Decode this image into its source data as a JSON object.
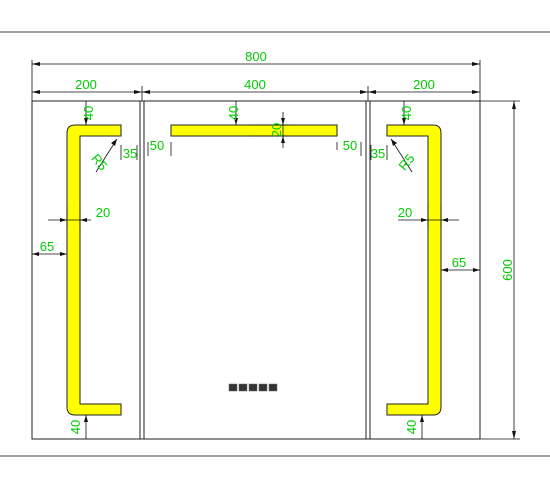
{
  "drawing": {
    "overall_width": "800",
    "overall_height": "600",
    "panel_left_width": "200",
    "panel_center_width": "400",
    "panel_right_width": "200",
    "led_offset_top_left": "40",
    "led_offset_top_center": "40",
    "led_offset_top_right": "40",
    "led_offset_bottom_left": "40",
    "led_offset_bottom_right": "40",
    "led_width_center": "20",
    "led_width_left": "20",
    "led_width_right": "20",
    "gap_left": "35",
    "gap_right": "35",
    "center_led_inset_left": "50",
    "center_led_inset_right": "50",
    "side_inset_left": "65",
    "side_inset_right": "65",
    "radius_left": "R5",
    "radius_right": "R5",
    "touch_buttons": [
      "b1",
      "b2",
      "b3",
      "b4",
      "b5"
    ]
  },
  "colors": {
    "dimension_text": "#00cc00",
    "led_strip": "#ffff00",
    "lines": "#111111"
  }
}
